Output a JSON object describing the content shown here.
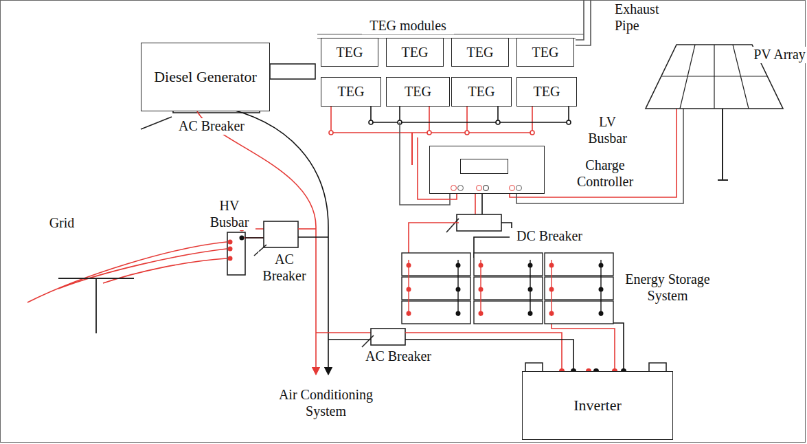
{
  "diagram": {
    "nodes": [
      {
        "text": [
          "Diesel Generator"
        ]
      },
      {
        "text": [
          "TEG"
        ]
      },
      {
        "text": [
          "TEG"
        ]
      },
      {
        "text": [
          "TEG"
        ]
      },
      {
        "text": [
          "TEG"
        ]
      },
      {
        "text": [
          "TEG"
        ]
      },
      {
        "text": [
          "TEG"
        ]
      },
      {
        "text": [
          "TEG"
        ]
      },
      {
        "text": [
          "TEG"
        ]
      },
      {
        "text": [
          "Charge Controller"
        ]
      },
      {
        "text": [
          "Inverter"
        ]
      }
    ],
    "labels": [
      "TEG modules",
      "Exhaust Pipe",
      "PV Array",
      "LV Busbar",
      "AC Breaker",
      "HV Busbar",
      "Grid",
      "AC Breaker",
      "DC Breaker",
      "Energy Storage System",
      "AC Breaker",
      "Air Conditioning System"
    ]
  }
}
